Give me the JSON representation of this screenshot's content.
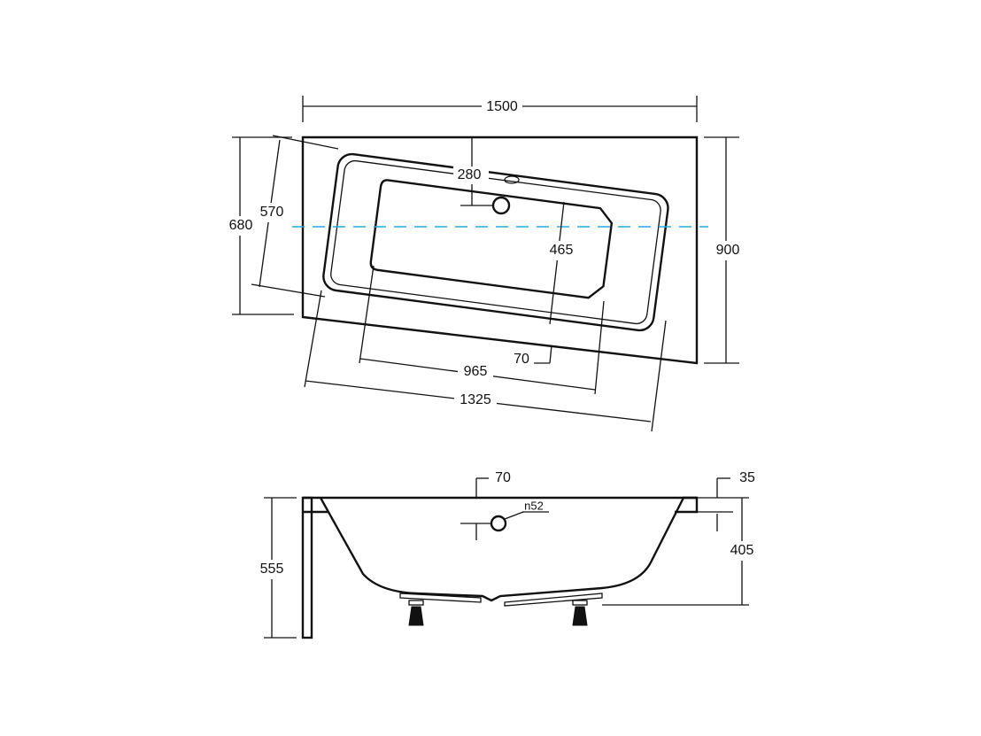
{
  "top_view": {
    "dimensions": {
      "overall_length": "1500",
      "overall_width": "900",
      "short_side": "680",
      "inner_width": "570",
      "drain_offset": "280",
      "basin_width": "465",
      "basin_length": "965",
      "inner_length": "1325",
      "drain_lateral": "70"
    },
    "centerline_color": "#29a8d8"
  },
  "side_view": {
    "dimensions": {
      "total_height": "555",
      "tub_depth": "405",
      "rim_thickness": "35",
      "overflow_offset": "70",
      "overflow_diameter": "n52"
    }
  }
}
